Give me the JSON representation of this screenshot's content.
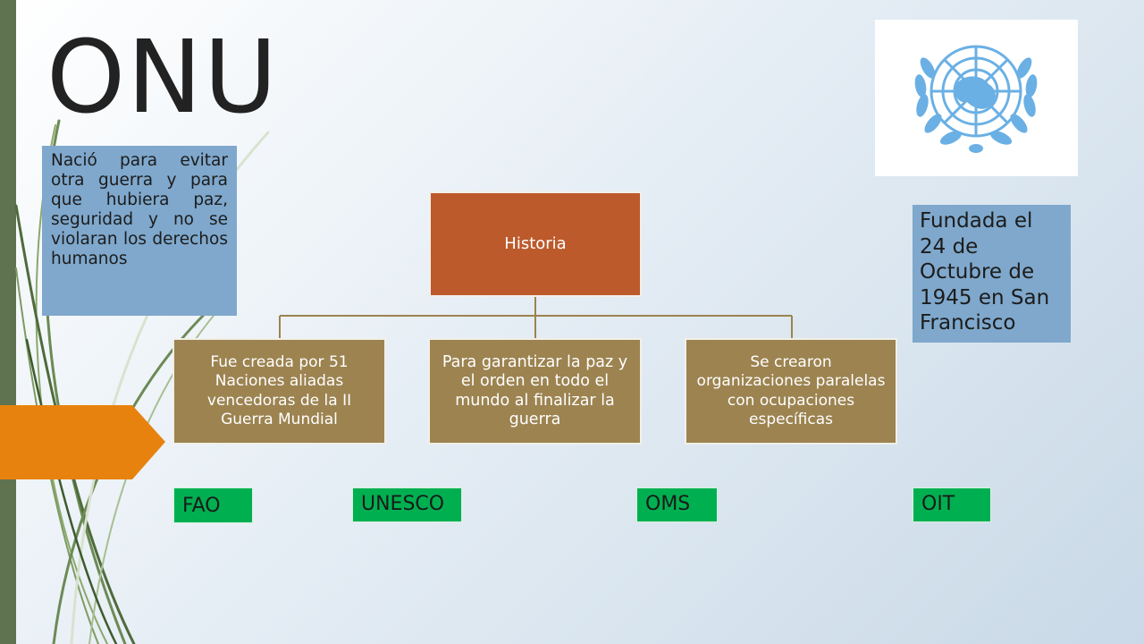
{
  "slide": {
    "title": "ONU",
    "intro_text": "Nació para evitar otra guerra y para que hubiera paz, seguridad y no se violaran los derechos humanos",
    "founded_text": "Fundada el 24 de Octubre de 1945 en San Francisco",
    "logo": "un-emblem"
  },
  "org_chart": {
    "root": "Historia",
    "children": [
      "Fue creada por 51 Naciones aliadas vencedoras de la II Guerra Mundial",
      "Para garantizar la paz y el orden en todo el mundo al finalizar la guerra",
      "Se crearon organizaciones paralelas con ocupaciones específicas"
    ]
  },
  "agencies": [
    "FAO",
    "UNESCO",
    "OMS",
    "OIT"
  ],
  "colors": {
    "accent_bar": "#5f7350",
    "orange_tab": "#e8820f",
    "text_box": "#7fa8cc",
    "root_box": "#bc5a2c",
    "child_box": "#9c8350",
    "agency_tag": "#00b050",
    "un_blue": "#6ab0e4"
  }
}
